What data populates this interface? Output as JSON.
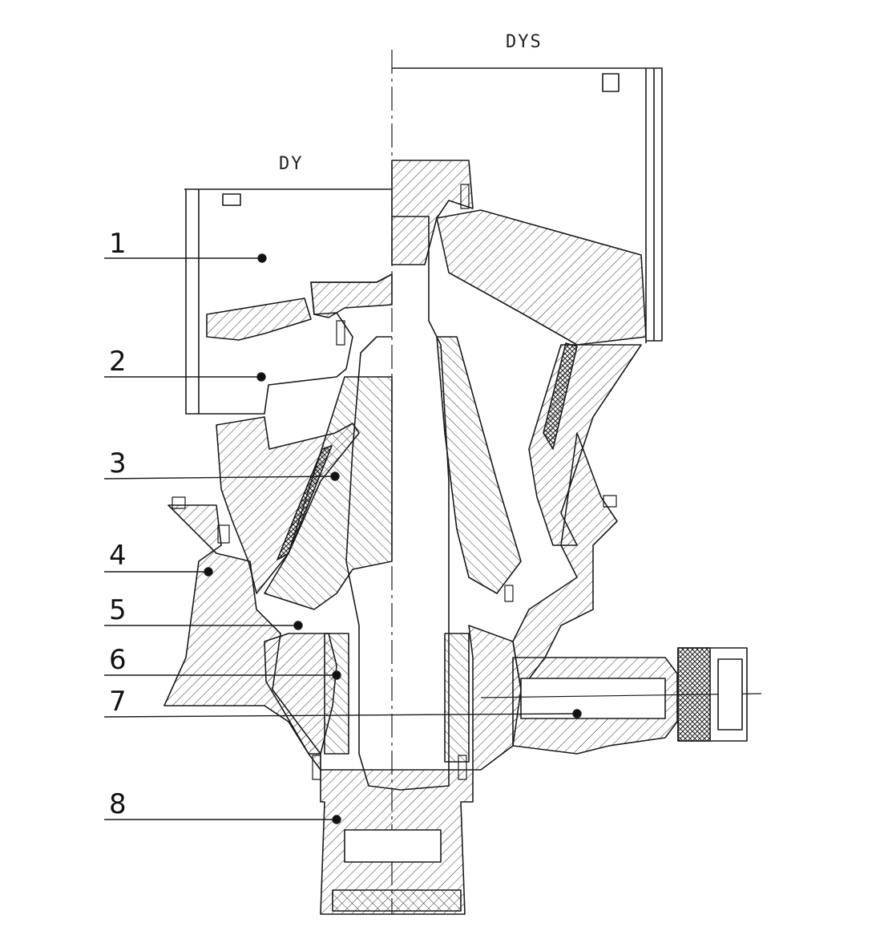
{
  "figure": {
    "variant_labels": {
      "left": "DY",
      "right": "DYS"
    },
    "callouts": [
      {
        "label": "1"
      },
      {
        "label": "2"
      },
      {
        "label": "3"
      },
      {
        "label": "4"
      },
      {
        "label": "5"
      },
      {
        "label": "6"
      },
      {
        "label": "7"
      },
      {
        "label": "8"
      }
    ]
  },
  "colors": {
    "line": "#1a1a1a",
    "paper": "#ffffff"
  }
}
